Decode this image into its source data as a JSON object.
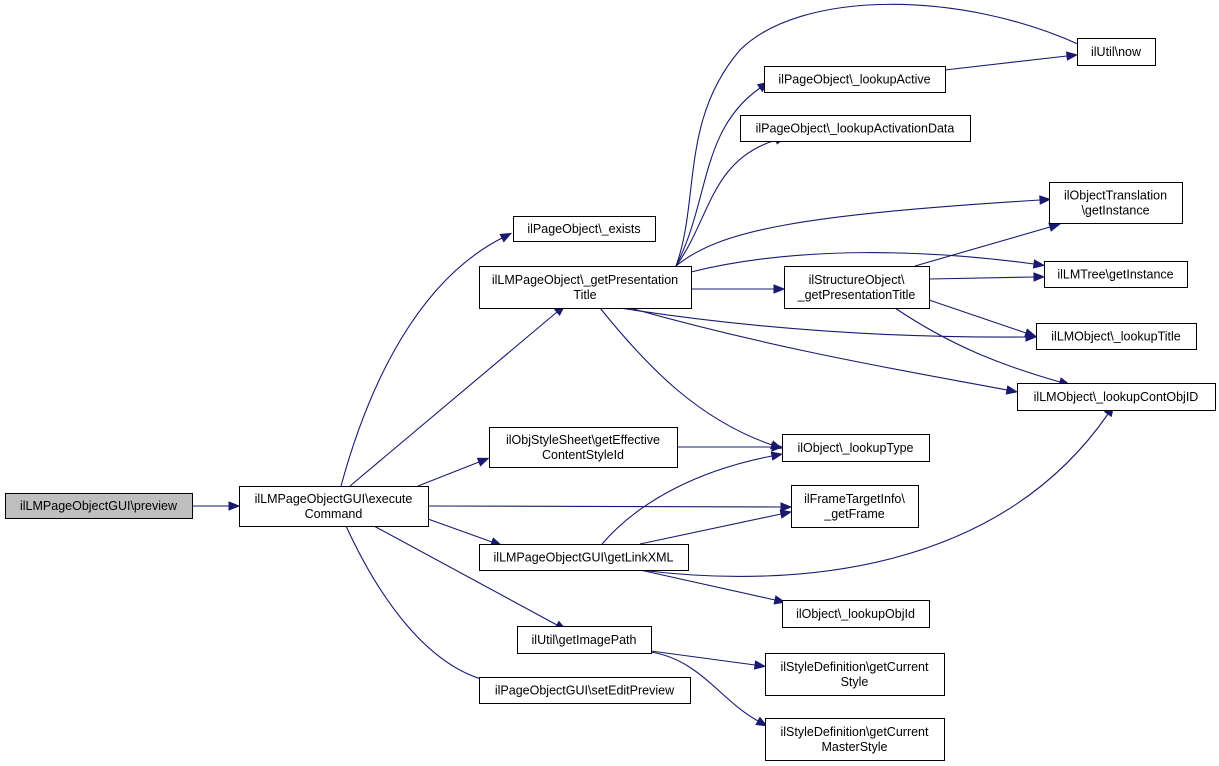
{
  "graph": {
    "nodes": [
      {
        "id": "root",
        "lines": [
          "ilLMPageObjectGUI\\preview"
        ]
      },
      {
        "id": "exec",
        "lines": [
          "ilLMPageObjectGUI\\execute",
          "Command"
        ]
      },
      {
        "id": "exists",
        "lines": [
          "ilPageObject\\_exists"
        ]
      },
      {
        "id": "getPres",
        "lines": [
          "ilLMPageObject\\_getPresentation",
          "Title"
        ]
      },
      {
        "id": "style",
        "lines": [
          "ilObjStyleSheet\\getEffective",
          "ContentStyleId"
        ]
      },
      {
        "id": "linkxml",
        "lines": [
          "ilLMPageObjectGUI\\getLinkXML"
        ]
      },
      {
        "id": "imgpath",
        "lines": [
          "ilUtil\\getImagePath"
        ]
      },
      {
        "id": "setedit",
        "lines": [
          "ilPageObjectGUI\\setEditPreview"
        ]
      },
      {
        "id": "lookupActive",
        "lines": [
          "ilPageObject\\_lookupActive"
        ]
      },
      {
        "id": "lookupActData",
        "lines": [
          "ilPageObject\\_lookupActivationData"
        ]
      },
      {
        "id": "structPres",
        "lines": [
          "ilStructureObject\\",
          "_getPresentationTitle"
        ]
      },
      {
        "id": "lookupType",
        "lines": [
          "ilObject\\_lookupType"
        ]
      },
      {
        "id": "frame",
        "lines": [
          "ilFrameTargetInfo\\",
          "_getFrame"
        ]
      },
      {
        "id": "lookupObjId",
        "lines": [
          "ilObject\\_lookupObjId"
        ]
      },
      {
        "id": "curStyle",
        "lines": [
          "ilStyleDefinition\\getCurrent",
          "Style"
        ]
      },
      {
        "id": "curMaster",
        "lines": [
          "ilStyleDefinition\\getCurrent",
          "MasterStyle"
        ]
      },
      {
        "id": "now",
        "lines": [
          "ilUtil\\now"
        ]
      },
      {
        "id": "objTrans",
        "lines": [
          "ilObjectTranslation",
          "\\getInstance"
        ]
      },
      {
        "id": "lmtree",
        "lines": [
          "ilLMTree\\getInstance"
        ]
      },
      {
        "id": "lookupTitle",
        "lines": [
          "ilLMObject\\_lookupTitle"
        ]
      },
      {
        "id": "contObj",
        "lines": [
          "ilLMObject\\_lookupContObjID"
        ]
      }
    ],
    "edges": [
      [
        "root",
        "exec"
      ],
      [
        "exec",
        "exists"
      ],
      [
        "exec",
        "getPres"
      ],
      [
        "exec",
        "style"
      ],
      [
        "exec",
        "frame"
      ],
      [
        "exec",
        "linkxml"
      ],
      [
        "exec",
        "imgpath"
      ],
      [
        "exec",
        "setedit"
      ],
      [
        "getPres",
        "now"
      ],
      [
        "getPres",
        "lookupActive"
      ],
      [
        "getPres",
        "lookupActData"
      ],
      [
        "getPres",
        "objTrans"
      ],
      [
        "getPres",
        "lmtree"
      ],
      [
        "getPres",
        "structPres"
      ],
      [
        "getPres",
        "lookupTitle"
      ],
      [
        "getPres",
        "contObj"
      ],
      [
        "getPres",
        "lookupType"
      ],
      [
        "lookupActive",
        "now"
      ],
      [
        "structPres",
        "objTrans"
      ],
      [
        "structPres",
        "lmtree"
      ],
      [
        "structPres",
        "lookupTitle"
      ],
      [
        "structPres",
        "contObj"
      ],
      [
        "style",
        "lookupType"
      ],
      [
        "linkxml",
        "lookupType"
      ],
      [
        "linkxml",
        "frame"
      ],
      [
        "linkxml",
        "contObj"
      ],
      [
        "linkxml",
        "lookupObjId"
      ],
      [
        "imgpath",
        "curStyle"
      ],
      [
        "imgpath",
        "curMaster"
      ]
    ]
  }
}
